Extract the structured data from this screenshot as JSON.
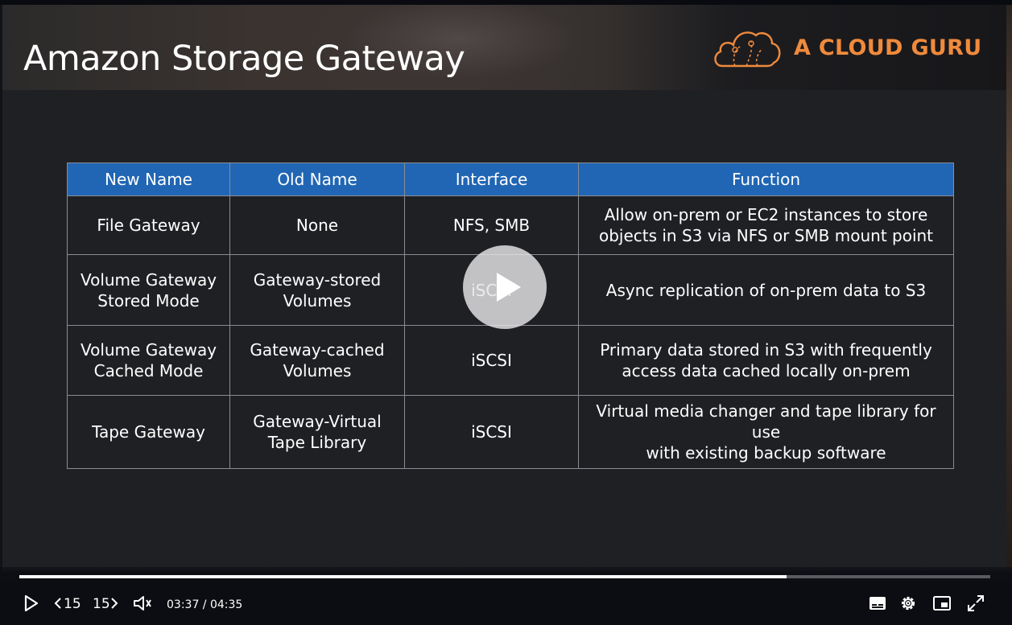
{
  "slide": {
    "title": "Amazon Storage Gateway",
    "brand": "A CLOUD GURU"
  },
  "table": {
    "headers": [
      "New Name",
      "Old Name",
      "Interface",
      "Function"
    ],
    "rows": [
      {
        "new_name": [
          "File Gateway"
        ],
        "old_name": [
          "None"
        ],
        "interface": "NFS, SMB",
        "function": [
          "Allow on-prem or EC2 instances to store",
          "objects in S3 via NFS or SMB mount point"
        ]
      },
      {
        "new_name": [
          "Volume Gateway",
          "Stored Mode"
        ],
        "old_name": [
          "Gateway-stored",
          "Volumes"
        ],
        "interface": "iSCSI",
        "function": [
          "Async replication of on-prem data to S3"
        ]
      },
      {
        "new_name": [
          "Volume Gateway",
          "Cached Mode"
        ],
        "old_name": [
          "Gateway-cached",
          "Volumes"
        ],
        "interface": "iSCSI",
        "function": [
          "Primary data stored in S3 with frequently",
          "access data cached locally on-prem"
        ]
      },
      {
        "new_name": [
          "Tape Gateway"
        ],
        "old_name": [
          "Gateway-Virtual",
          "Tape Library"
        ],
        "interface": "iSCSI",
        "function": [
          "Virtual media changer and tape library for use",
          "with existing backup software"
        ]
      }
    ]
  },
  "player": {
    "skip_back_label": "15",
    "skip_forward_label": "15",
    "current_time": "03:37",
    "duration": "04:35",
    "time_display": "03:37 / 04:35",
    "progress_fraction": 0.79
  },
  "icons": {
    "big_play": "play-icon",
    "play": "play-icon",
    "skip_back": "chevron-left-icon",
    "skip_forward": "chevron-right-icon",
    "volume": "speaker-icon",
    "captions": "captions-icon",
    "settings": "gear-icon",
    "pip": "picture-in-picture-icon",
    "fullscreen": "fullscreen-icon"
  },
  "colors": {
    "table_header": "#2166b4",
    "brand_orange": "#f08a3c",
    "progress_fill": "#ffffff",
    "progress_track": "#5a5b62"
  }
}
